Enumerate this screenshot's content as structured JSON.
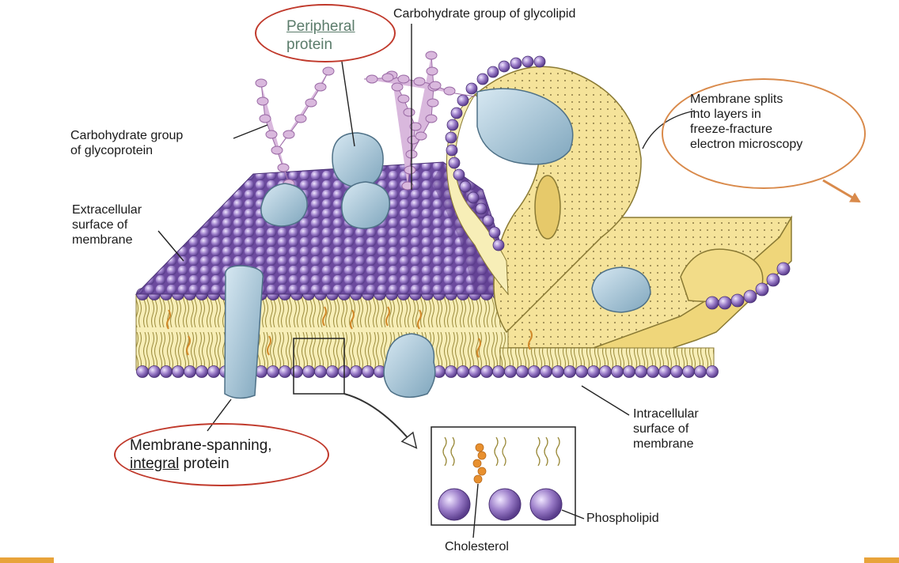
{
  "labels": {
    "peripheral": [
      "Peripheral",
      "protein"
    ],
    "carb_glycolipid": "Carbohydrate group of glycolipid",
    "carb_glycoprotein": [
      "Carbohydrate group",
      "of glycoprotein"
    ],
    "extracellular": [
      "Extracellular",
      "surface of",
      "membrane"
    ],
    "membrane_splits": [
      "Membrane splits",
      "into layers in",
      "freeze-fracture",
      "electron microscopy"
    ],
    "integral_1": "Membrane-spanning,",
    "integral_2a": "integral",
    "integral_2b": " protein",
    "intracellular": [
      "Intracellular",
      "surface of",
      "membrane"
    ],
    "phospholipid": "Phospholipid",
    "cholesterol": "Cholesterol"
  },
  "colors": {
    "annotation_red": "#c0392b",
    "annotation_orange": "#d98a4b",
    "bottom_bar": "#e8a33a",
    "phospholipid_head": "#7d5cab",
    "bilayer_yellow": "#f5e39a",
    "protein_blue": "#a9c8d8",
    "carbohydrate_pink": "#d9b8dd",
    "cholesterol_orange": "#e8902f"
  }
}
